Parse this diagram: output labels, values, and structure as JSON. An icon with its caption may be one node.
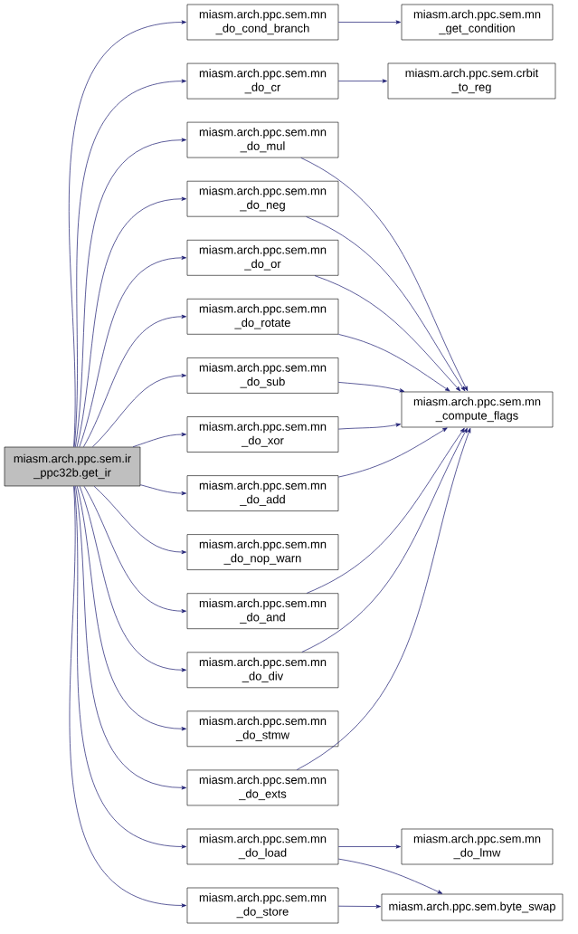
{
  "diagram": {
    "nodes": [
      {
        "text": [
          "miasm.arch.ppc.sem.ir _ppc32b.get_ir"
        ]
      },
      {
        "text": [
          "miasm.arch.ppc.sem.mn _do_cond_branch"
        ]
      },
      {
        "text": [
          "miasm.arch.ppc.sem.mn _do_cr"
        ]
      },
      {
        "text": [
          "miasm.arch.ppc.sem.mn _do_mul"
        ]
      },
      {
        "text": [
          "miasm.arch.ppc.sem.mn _do_neg"
        ]
      },
      {
        "text": [
          "miasm.arch.ppc.sem.mn _do_or"
        ]
      },
      {
        "text": [
          "miasm.arch.ppc.sem.mn _do_rotate"
        ]
      },
      {
        "text": [
          "miasm.arch.ppc.sem.mn _do_sub"
        ]
      },
      {
        "text": [
          "miasm.arch.ppc.sem.mn _do_xor"
        ]
      },
      {
        "text": [
          "miasm.arch.ppc.sem.mn _do_add"
        ]
      },
      {
        "text": [
          "miasm.arch.ppc.sem.mn _do_nop_warn"
        ]
      },
      {
        "text": [
          "miasm.arch.ppc.sem.mn _do_and"
        ]
      },
      {
        "text": [
          "miasm.arch.ppc.sem.mn _do_div"
        ]
      },
      {
        "text": [
          "miasm.arch.ppc.sem.mn _do_stmw"
        ]
      },
      {
        "text": [
          "miasm.arch.ppc.sem.mn _do_exts"
        ]
      },
      {
        "text": [
          "miasm.arch.ppc.sem.mn _do_load"
        ]
      },
      {
        "text": [
          "miasm.arch.ppc.sem.mn _do_store"
        ]
      },
      {
        "text": [
          "miasm.arch.ppc.sem.mn _get_condition"
        ]
      },
      {
        "text": [
          "miasm.arch.ppc.sem.crbit _to_reg"
        ]
      },
      {
        "text": [
          "miasm.arch.ppc.sem.mn _compute_flags"
        ]
      },
      {
        "text": [
          "miasm.arch.ppc.sem.mn _do_lmw"
        ]
      },
      {
        "text": [
          "miasm.arch.ppc.sem.byte_swap"
        ]
      }
    ],
    "edges": [
      {
        "from": 0,
        "to": 1,
        "arrow": "to"
      },
      {
        "from": 0,
        "to": 2,
        "arrow": "to"
      },
      {
        "from": 0,
        "to": 3,
        "arrow": "to"
      },
      {
        "from": 0,
        "to": 4,
        "arrow": "to"
      },
      {
        "from": 0,
        "to": 5,
        "arrow": "to"
      },
      {
        "from": 0,
        "to": 6,
        "arrow": "to"
      },
      {
        "from": 0,
        "to": 7,
        "arrow": "to"
      },
      {
        "from": 0,
        "to": 8,
        "arrow": "to"
      },
      {
        "from": 0,
        "to": 9,
        "arrow": "to"
      },
      {
        "from": 0,
        "to": 10,
        "arrow": "to"
      },
      {
        "from": 0,
        "to": 11,
        "arrow": "to"
      },
      {
        "from": 0,
        "to": 12,
        "arrow": "to"
      },
      {
        "from": 0,
        "to": 13,
        "arrow": "to"
      },
      {
        "from": 0,
        "to": 14,
        "arrow": "to"
      },
      {
        "from": 0,
        "to": 15,
        "arrow": "to"
      },
      {
        "from": 0,
        "to": 16,
        "arrow": "to"
      },
      {
        "from": 1,
        "to": 17,
        "arrow": "to"
      },
      {
        "from": 2,
        "to": 18,
        "arrow": "to"
      },
      {
        "from": 3,
        "to": 19,
        "arrow": "to"
      },
      {
        "from": 4,
        "to": 19,
        "arrow": "to"
      },
      {
        "from": 5,
        "to": 19,
        "arrow": "to"
      },
      {
        "from": 6,
        "to": 19,
        "arrow": "to"
      },
      {
        "from": 7,
        "to": 19,
        "arrow": "to"
      },
      {
        "from": 8,
        "to": 19,
        "arrow": "to"
      },
      {
        "from": 9,
        "to": 19,
        "arrow": "to"
      },
      {
        "from": 11,
        "to": 19,
        "arrow": "to"
      },
      {
        "from": 12,
        "to": 19,
        "arrow": "to"
      },
      {
        "from": 14,
        "to": 19,
        "arrow": "to"
      },
      {
        "from": 15,
        "to": 20,
        "arrow": "to"
      },
      {
        "from": 15,
        "to": 21,
        "arrow": "to"
      },
      {
        "from": 16,
        "to": 21,
        "arrow": "to"
      }
    ]
  }
}
